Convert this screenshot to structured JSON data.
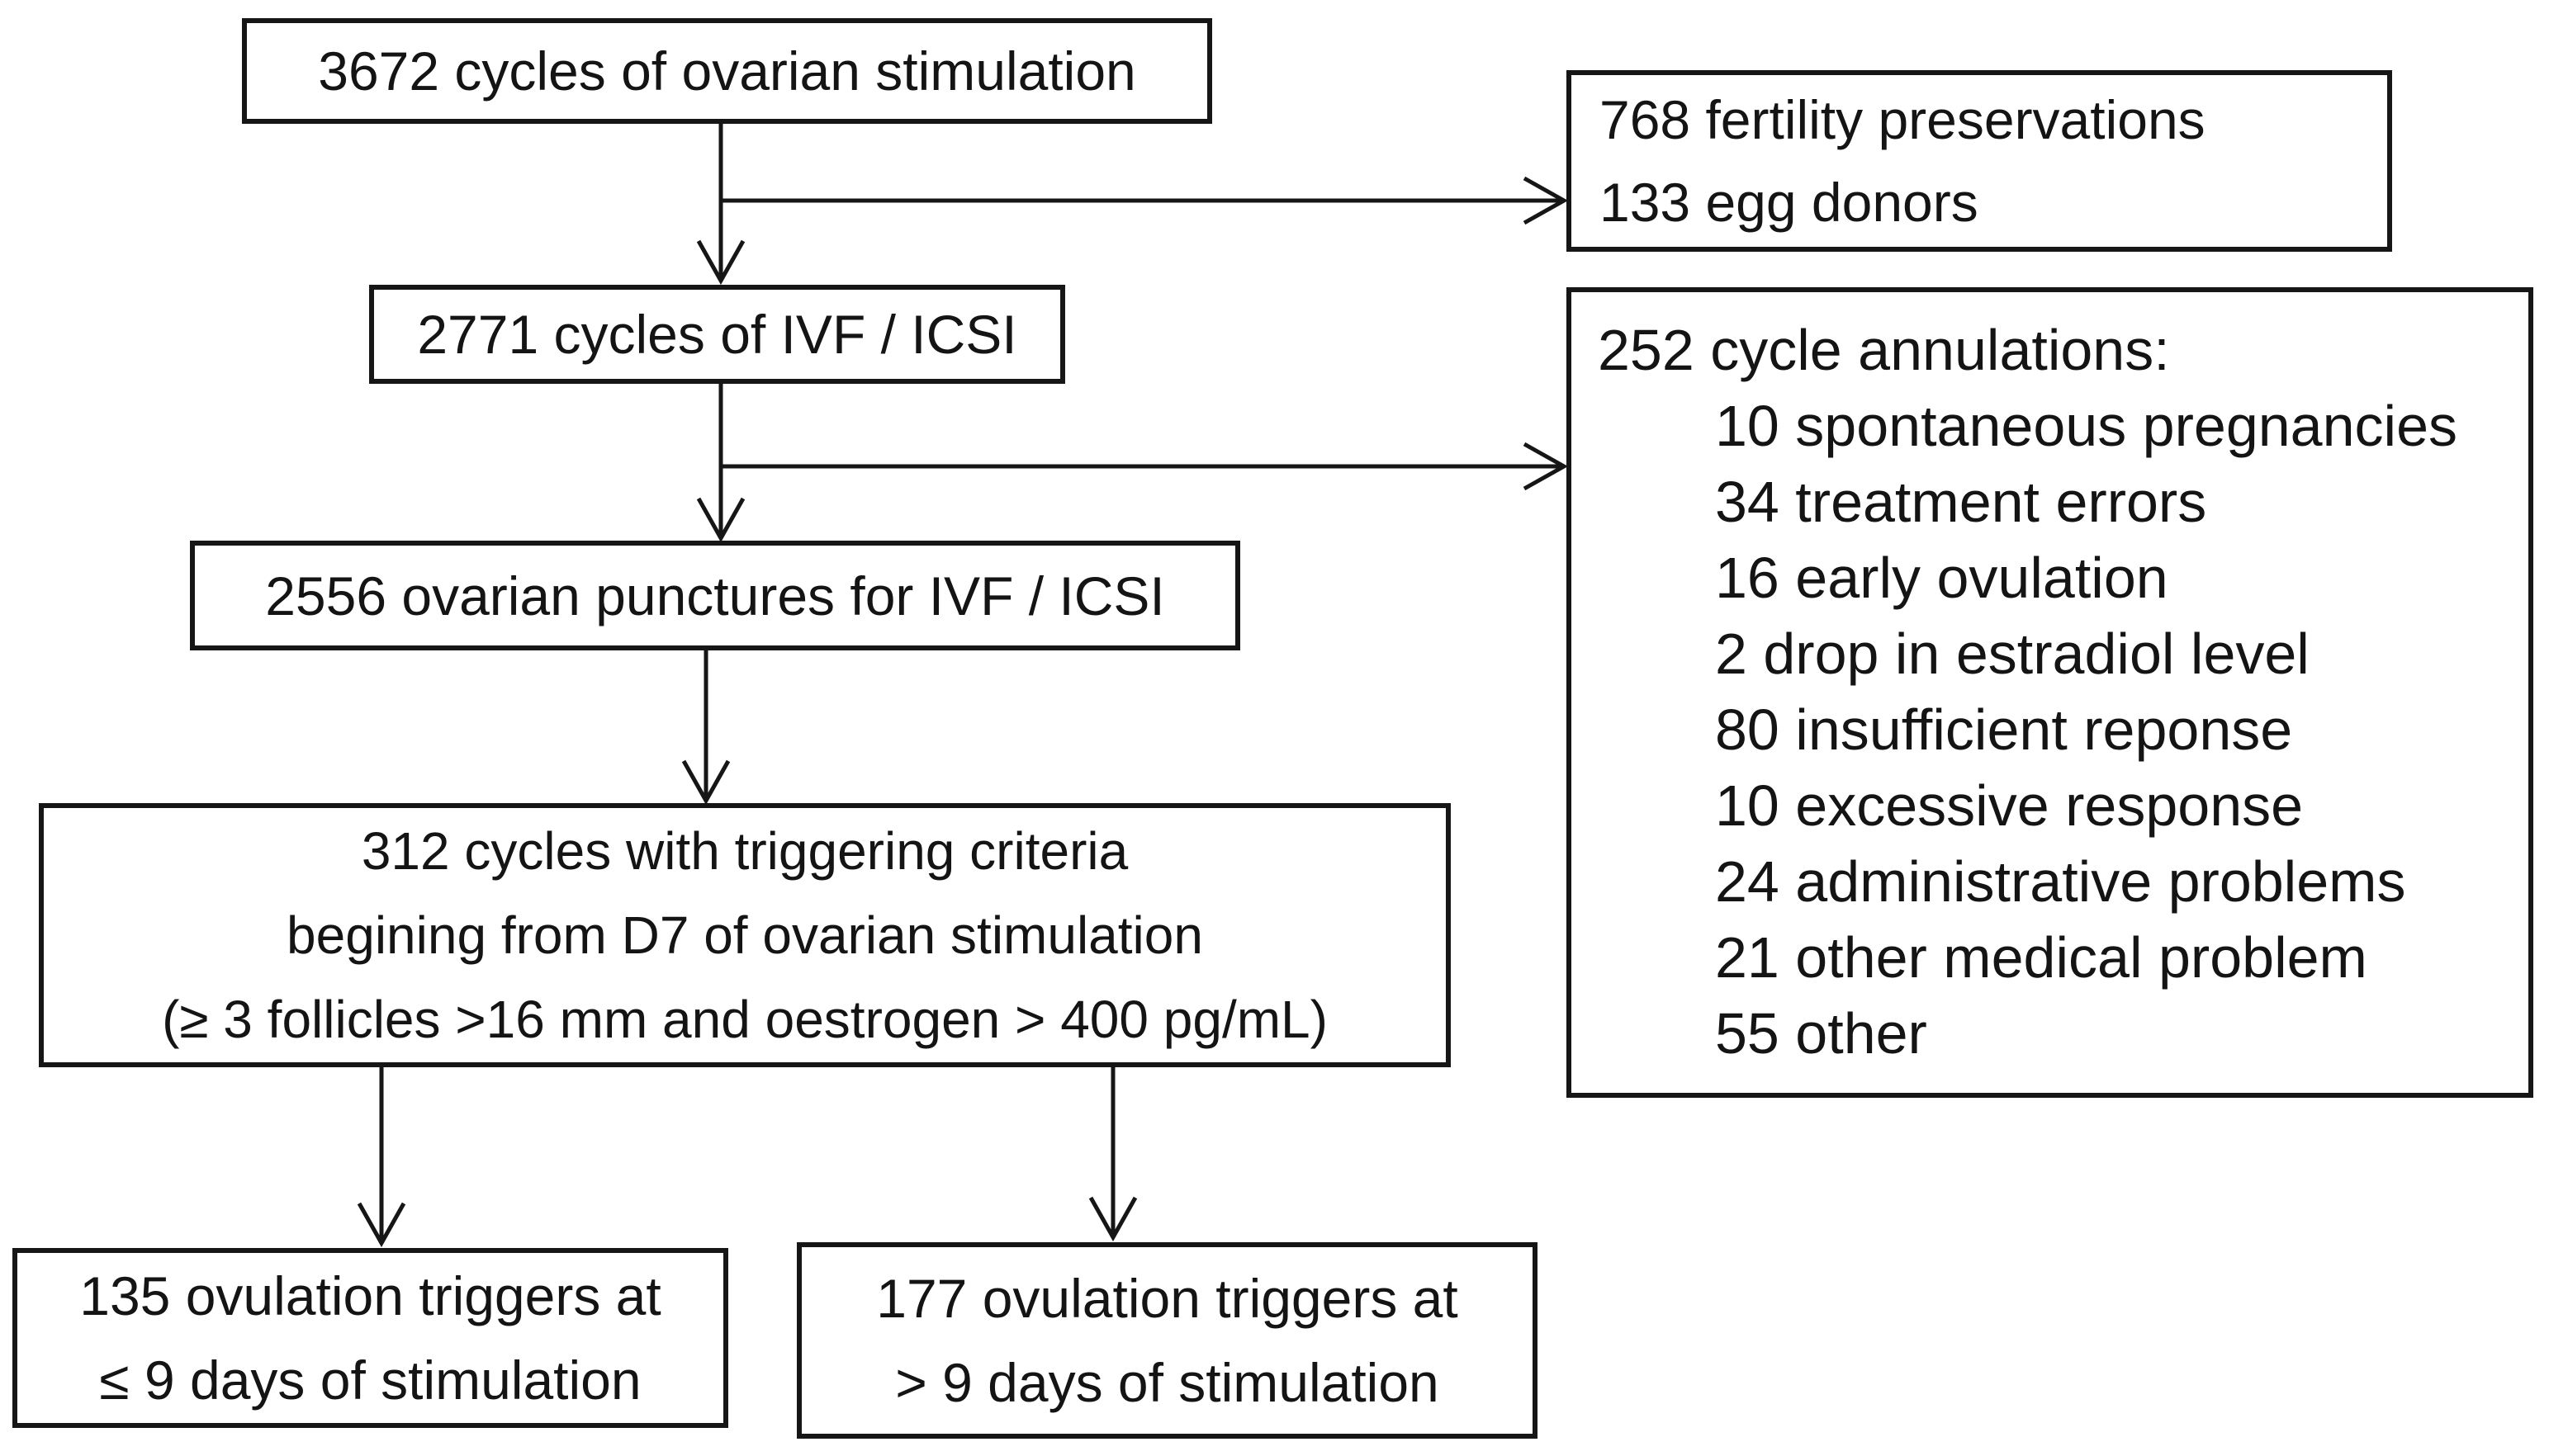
{
  "flowchart": {
    "stimulation_box": "3672 cycles of ovarian stimulation",
    "fertility_box": {
      "line1": "768 fertility preservations",
      "line2": "133 egg donors"
    },
    "ivf_box": "2771 cycles of IVF / ICSI",
    "annulation_box": {
      "title": "252 cycle annulations:",
      "items": [
        "10 spontaneous pregnancies",
        "34 treatment errors",
        "16 early ovulation",
        "2 drop in estradiol level",
        "80 insufficient reponse",
        "10 excessive response",
        "24 administrative problems",
        "21 other medical problem",
        "55 other"
      ]
    },
    "puncture_box": "2556 ovarian punctures for IVF / ICSI",
    "triggering_box": {
      "line1": "312 cycles with triggering criteria",
      "line2": "begining from D7 of ovarian stimulation",
      "line3": "(≥ 3 follicles >16 mm and oestrogen > 400 pg/mL)"
    },
    "early_trigger_box": {
      "line1": "135 ovulation triggers at",
      "line2": "≤ 9 days of stimulation"
    },
    "late_trigger_box": {
      "line1": "177 ovulation triggers at",
      "line2": "> 9 days of stimulation"
    }
  },
  "colors": {
    "background": "#ffffff",
    "line": "#161616",
    "text": "#141414"
  }
}
